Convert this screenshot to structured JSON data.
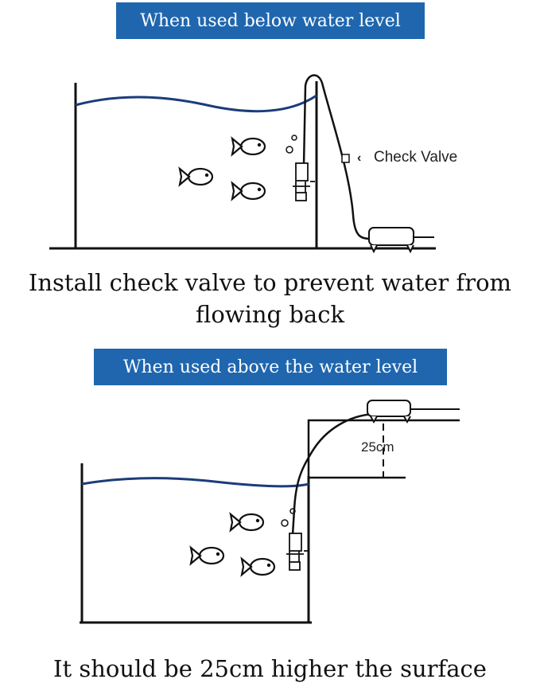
{
  "sections": {
    "below": {
      "banner": "When used below water level",
      "caption_line1": "Install check valve to prevent water from",
      "caption_line2": "flowing back",
      "valve_label": "Check Valve"
    },
    "above": {
      "banner": "When used above the water level",
      "height_label": "25cm",
      "caption": "It should be 25cm higher the surface"
    }
  },
  "colors": {
    "banner": "#1f66ae",
    "water_line": "#1c3c7a",
    "line": "#111111"
  }
}
